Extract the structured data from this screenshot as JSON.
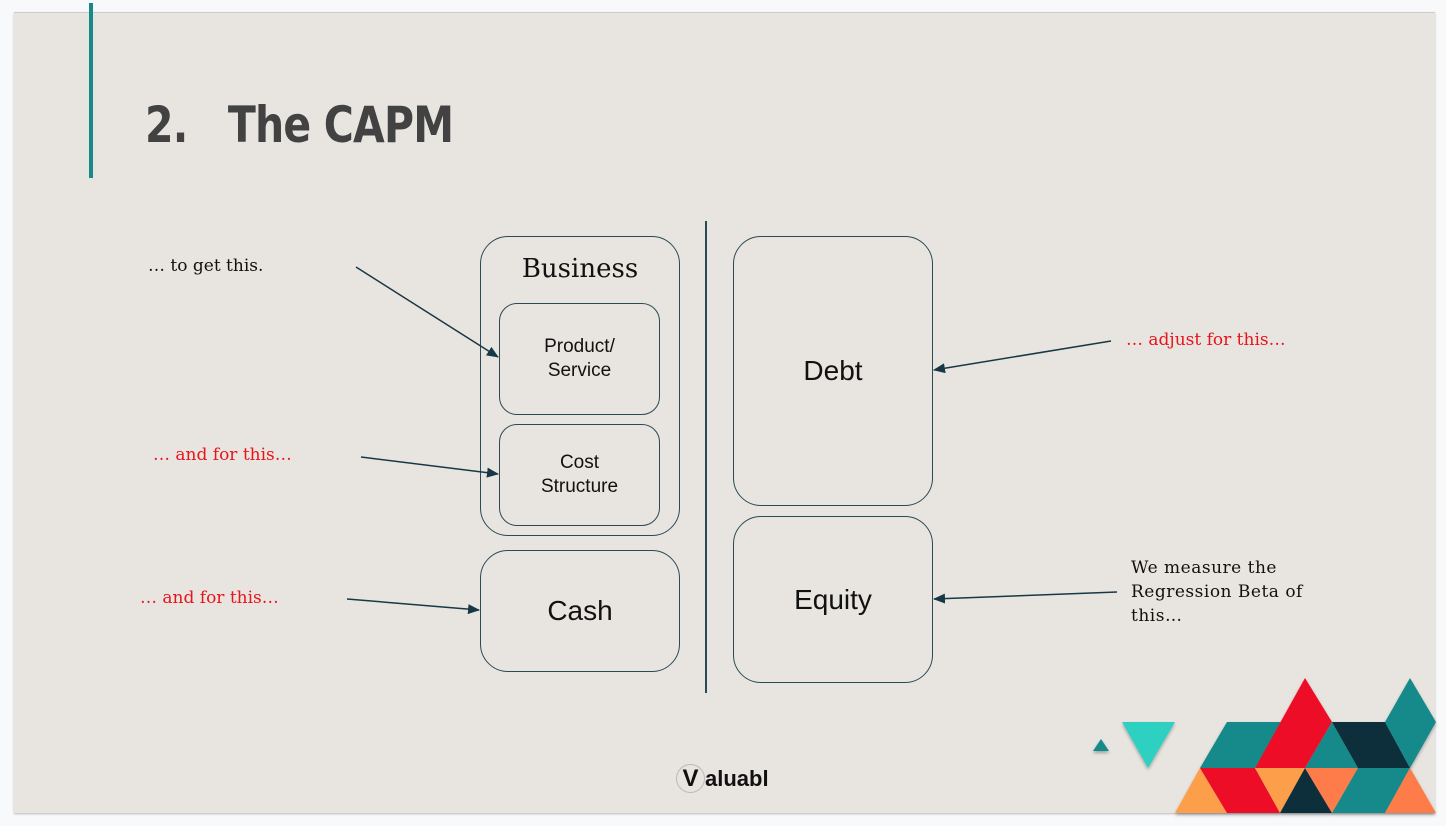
{
  "slide": {
    "title": "2.   The CAPM"
  },
  "diagram": {
    "business_label": "Business",
    "product_service": [
      "Product/",
      "Service"
    ],
    "cost_structure": [
      "Cost",
      "Structure"
    ],
    "cash": "Cash",
    "debt": "Debt",
    "equity": "Equity"
  },
  "annotations": {
    "to_get_this": "… to get this.",
    "and_for_this_1": "… and for this…",
    "and_for_this_2": "… and for this…",
    "adjust_for_this": "… adjust for this…",
    "regression_beta": "We measure the Regression Beta of this…"
  },
  "logo": {
    "mark": "V",
    "text": "aluabl"
  },
  "colors": {
    "accent": "#168a8a",
    "red_note": "#e8141d",
    "line": "#173845",
    "slide_bg": "#e8e5e0",
    "teal": "#168a8a",
    "aqua": "#2fd0c1",
    "red": "#ee1028",
    "navy": "#0f2f3b",
    "orange": "#fd9e4b",
    "coral": "#fe7c4a"
  }
}
